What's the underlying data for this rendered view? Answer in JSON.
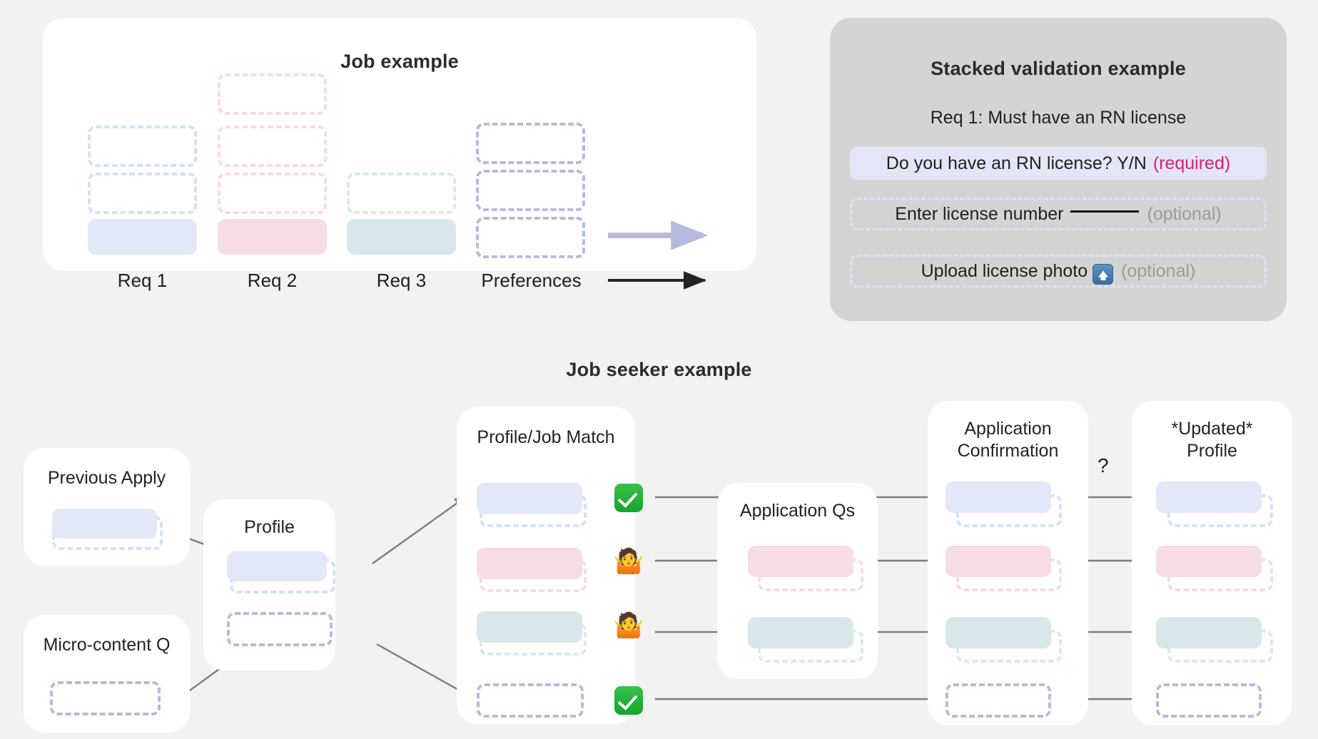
{
  "page": {
    "background": "#f2f2f2",
    "colors": {
      "blue_fill": "#e3e8f8",
      "pink_fill": "#f5dce6",
      "teal_fill": "#d8e7e9",
      "purple_dash": "#b7badd",
      "required_text": "#d6246e",
      "optional_text": "#9a9a9a",
      "panel_gray": "#d4d4d4",
      "panel_white": "#ffffff",
      "arrow_gray": "#7c7c7c",
      "arrow_black": "#232323",
      "arrow_purple": "#b7badd"
    }
  },
  "job_example": {
    "title": "Job example",
    "columns": [
      {
        "caption": "Req 1",
        "dashed_count": 2,
        "has_solid": true,
        "color": "blue"
      },
      {
        "caption": "Req 2",
        "dashed_count": 3,
        "has_solid": true,
        "color": "pink"
      },
      {
        "caption": "Req 3",
        "dashed_count": 1,
        "has_solid": true,
        "color": "teal"
      },
      {
        "caption": "Preferences",
        "dashed_count": 3,
        "has_solid": false,
        "color": "purple"
      }
    ]
  },
  "stacked_validation": {
    "title": "Stacked validation example",
    "requirement": "Req 1: Must have an RN license",
    "rows": [
      {
        "text": "Do you have an RN license? Y/N",
        "tag": "(required)",
        "tag_kind": "required",
        "style": "filled",
        "icon": null
      },
      {
        "text": "Enter license number",
        "tag": "(optional)",
        "tag_kind": "optional",
        "style": "dashed",
        "icon": "blank-line"
      },
      {
        "text": "Upload license photo",
        "tag": "(optional)",
        "tag_kind": "optional",
        "style": "dashed",
        "icon": "upload-icon"
      }
    ]
  },
  "job_seeker": {
    "title": "Job seeker example",
    "question_marker": "?",
    "cards": [
      {
        "id": "previous-apply",
        "label": "Previous Apply",
        "items": [
          {
            "color": "blue",
            "fill": true,
            "dash": true
          }
        ]
      },
      {
        "id": "micro-content-q",
        "label": "Micro-content Q",
        "items": [
          {
            "color": "purple",
            "fill": false,
            "dash": true
          }
        ]
      },
      {
        "id": "profile",
        "label": "Profile",
        "items": [
          {
            "color": "blue",
            "fill": true,
            "dash": true
          },
          {
            "color": "purple",
            "fill": false,
            "dash": true
          }
        ]
      },
      {
        "id": "profile-job-match",
        "label": "Profile/Job Match",
        "items": [
          {
            "color": "blue",
            "fill": true,
            "dash": true,
            "marker": "check"
          },
          {
            "color": "pink",
            "fill": true,
            "dash": true,
            "marker": "shrug"
          },
          {
            "color": "teal",
            "fill": true,
            "dash": true,
            "marker": "shrug"
          },
          {
            "color": "purple",
            "fill": false,
            "dash": true,
            "marker": "check"
          }
        ]
      },
      {
        "id": "application-qs",
        "label": "Application Qs",
        "items": [
          {
            "color": "pink",
            "fill": true,
            "dash": true
          },
          {
            "color": "teal",
            "fill": true,
            "dash": true
          }
        ]
      },
      {
        "id": "application-confirmation",
        "label": "Application\nConfirmation",
        "label_line1": "Application",
        "label_line2": "Confirmation",
        "items": [
          {
            "color": "blue",
            "fill": true,
            "dash": true
          },
          {
            "color": "pink",
            "fill": true,
            "dash": true
          },
          {
            "color": "teal",
            "fill": true,
            "dash": true
          },
          {
            "color": "purple",
            "fill": false,
            "dash": true
          }
        ]
      },
      {
        "id": "updated-profile",
        "label": "*Updated*\nProfile",
        "label_line1": "*Updated*",
        "label_line2": "Profile",
        "items": [
          {
            "color": "blue",
            "fill": true,
            "dash": true
          },
          {
            "color": "pink",
            "fill": true,
            "dash": true
          },
          {
            "color": "teal",
            "fill": true,
            "dash": true
          },
          {
            "color": "purple",
            "fill": false,
            "dash": true
          }
        ]
      }
    ],
    "emoji": {
      "check": "✅",
      "shrug": "🤷"
    }
  }
}
